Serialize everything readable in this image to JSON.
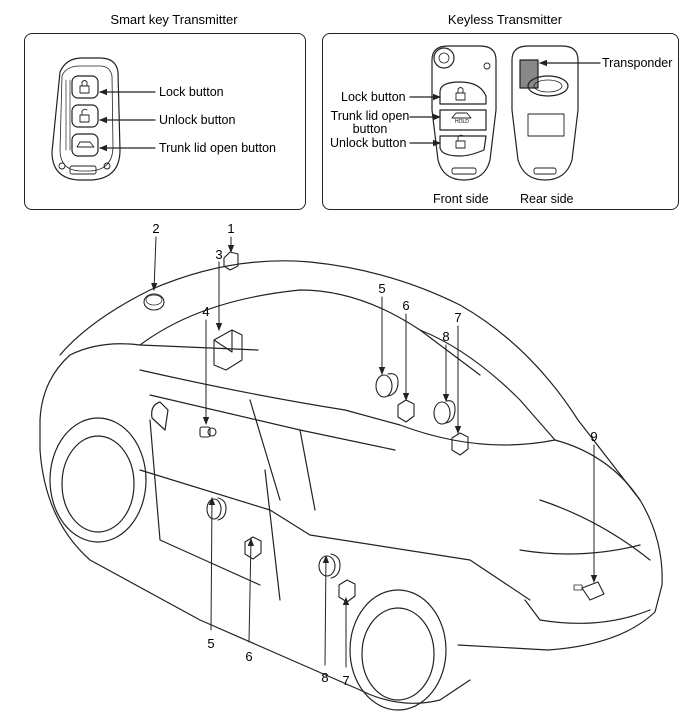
{
  "smart_key": {
    "title": "Smart key Transmitter",
    "labels": {
      "lock": "Lock button",
      "unlock": "Unlock button",
      "trunk": "Trunk lid open button"
    }
  },
  "keyless": {
    "title": "Keyless Transmitter",
    "labels": {
      "lock": "Lock button",
      "trunk_line1": "Trunk lid open",
      "trunk_line2": "button",
      "unlock": "Unlock button",
      "transponder": "Transponder",
      "front_side": "Front side",
      "rear_side": "Rear side",
      "hold_text": "HOLD"
    }
  },
  "callouts": {
    "top_1": "1",
    "top_2": "2",
    "top_3": "3",
    "top_4": "4",
    "top_5": "5",
    "top_6": "6",
    "top_7": "7",
    "top_8": "8",
    "top_9": "9",
    "bot_5": "5",
    "bot_6": "6",
    "bot_7": "7",
    "bot_8": "8"
  }
}
